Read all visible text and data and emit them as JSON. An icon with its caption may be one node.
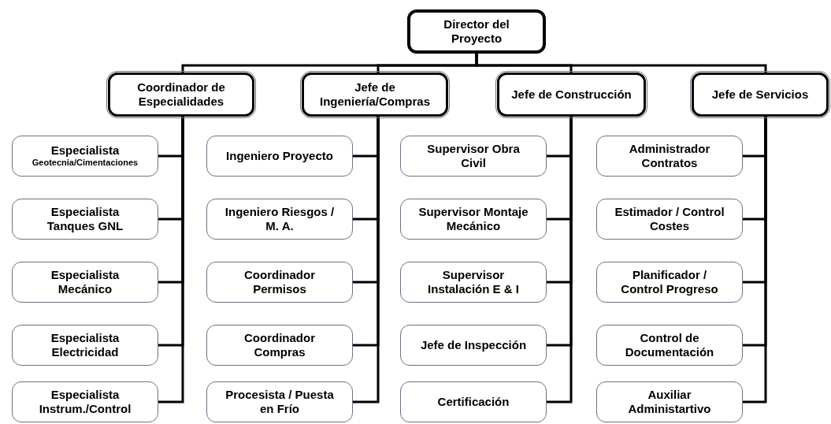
{
  "diagram": {
    "nodes": [
      {
        "text": [
          "Director del Proyecto"
        ]
      },
      {
        "text": [
          "Coordinador de Especialidades"
        ]
      },
      {
        "text": [
          "Jefe de Ingeniería/Compras"
        ]
      },
      {
        "text": [
          "Jefe de Construcción"
        ]
      },
      {
        "text": [
          "Jefe de Servicios"
        ]
      },
      {
        "text": [
          "Especialista",
          "Geotecnia/Cimentaciones"
        ]
      },
      {
        "text": [
          "Especialista Tanques GNL"
        ]
      },
      {
        "text": [
          "Especialista Mecánico"
        ]
      },
      {
        "text": [
          "Especialista Electricidad"
        ]
      },
      {
        "text": [
          "Especialista Instrum./Control"
        ]
      },
      {
        "text": [
          "Ingeniero Proyecto"
        ]
      },
      {
        "text": [
          "Ingeniero Riesgos / M. A."
        ]
      },
      {
        "text": [
          "Coordinador Permisos"
        ]
      },
      {
        "text": [
          "Coordinador Compras"
        ]
      },
      {
        "text": [
          "Procesista / Puesta en Frío"
        ]
      },
      {
        "text": [
          "Supervisor Obra Civil"
        ]
      },
      {
        "text": [
          "Supervisor Montaje Mecánico"
        ]
      },
      {
        "text": [
          "Supervisor Instalación E & I"
        ]
      },
      {
        "text": [
          "Jefe de Inspección"
        ]
      },
      {
        "text": [
          "Certificación"
        ]
      },
      {
        "text": [
          "Administrador Contratos"
        ]
      },
      {
        "text": [
          "Estimador / Control Costes"
        ]
      },
      {
        "text": [
          "Planificador / Control Progreso"
        ]
      },
      {
        "text": [
          "Control de Documentación"
        ]
      },
      {
        "text": [
          "Auxiliar Administartivo"
        ]
      }
    ],
    "edges": [
      {
        "from": 0,
        "to": 1,
        "arrow": "none"
      },
      {
        "from": 0,
        "to": 2,
        "arrow": "none"
      },
      {
        "from": 0,
        "to": 3,
        "arrow": "none"
      },
      {
        "from": 0,
        "to": 4,
        "arrow": "none"
      },
      {
        "from": 1,
        "to": 5,
        "arrow": "none"
      },
      {
        "from": 1,
        "to": 6,
        "arrow": "none"
      },
      {
        "from": 1,
        "to": 7,
        "arrow": "none"
      },
      {
        "from": 1,
        "to": 8,
        "arrow": "none"
      },
      {
        "from": 1,
        "to": 9,
        "arrow": "none"
      },
      {
        "from": 2,
        "to": 10,
        "arrow": "none"
      },
      {
        "from": 2,
        "to": 11,
        "arrow": "none"
      },
      {
        "from": 2,
        "to": 12,
        "arrow": "none"
      },
      {
        "from": 2,
        "to": 13,
        "arrow": "none"
      },
      {
        "from": 2,
        "to": 14,
        "arrow": "none"
      },
      {
        "from": 3,
        "to": 15,
        "arrow": "none"
      },
      {
        "from": 3,
        "to": 16,
        "arrow": "none"
      },
      {
        "from": 3,
        "to": 17,
        "arrow": "none"
      },
      {
        "from": 3,
        "to": 18,
        "arrow": "none"
      },
      {
        "from": 3,
        "to": 19,
        "arrow": "none"
      },
      {
        "from": 4,
        "to": 20,
        "arrow": "none"
      },
      {
        "from": 4,
        "to": 21,
        "arrow": "none"
      },
      {
        "from": 4,
        "to": 22,
        "arrow": "none"
      },
      {
        "from": 4,
        "to": 23,
        "arrow": "none"
      },
      {
        "from": 4,
        "to": 24,
        "arrow": "none"
      }
    ]
  }
}
